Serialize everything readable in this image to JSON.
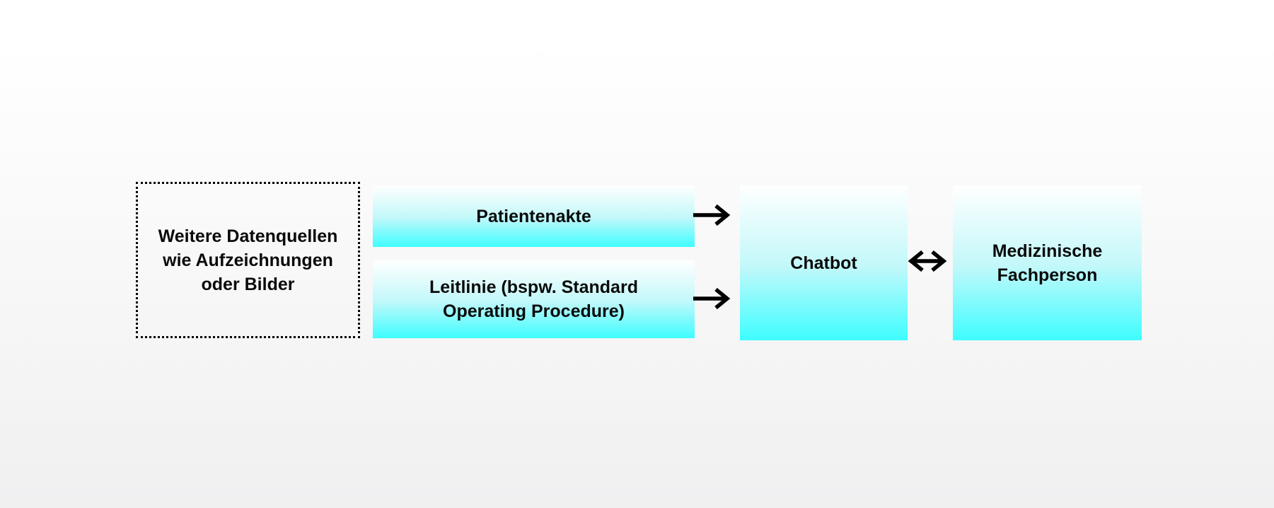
{
  "page": {
    "bg_top": "#ffffff",
    "bg_bottom": "#f0f0f1"
  },
  "colors": {
    "node_gradient_top": "#ffffff",
    "node_gradient_mid": "#c3f8fa",
    "node_gradient_bottom": "#3efdff",
    "arrow": "#000000",
    "text": "#0a0a0a",
    "dotted_border": "#000000"
  },
  "nodes": {
    "data_sources": {
      "lines": [
        "Weitere Datenquellen",
        "wie Aufzeichnungen",
        "oder Bilder"
      ]
    },
    "patient_record": {
      "label": "Patientenakte"
    },
    "guideline": {
      "lines": [
        "Leitlinie (bspw. Standard",
        "Operating Procedure)"
      ]
    },
    "chatbot": {
      "label": "Chatbot"
    },
    "medical_professional": {
      "lines": [
        "Medizinische",
        "Fachperson"
      ]
    }
  },
  "arrows": {
    "patient_record_to_chatbot": {
      "direction": "right"
    },
    "guideline_to_chatbot": {
      "direction": "right"
    },
    "chatbot_medical_professional": {
      "direction": "both"
    }
  }
}
